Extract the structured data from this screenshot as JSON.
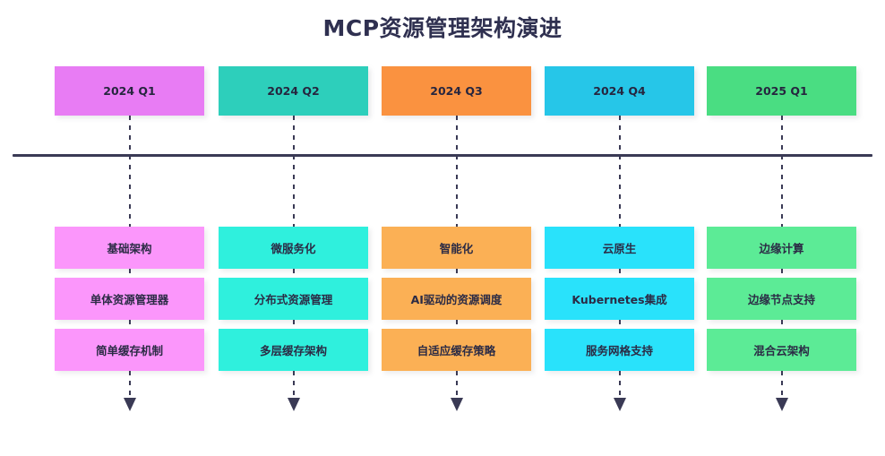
{
  "title": "MCP资源管理架构演进",
  "axis": {
    "label": "timeline-axis"
  },
  "colors": {
    "title_text": "#2f3050",
    "axis": "#3a3a55",
    "background": "#ffffff"
  },
  "columns": [
    {
      "period": "2024 Q1",
      "header_color": "#e87cf4",
      "item_color": "#fb96fb",
      "items": [
        "基础架构",
        "单体资源管理器",
        "简单缓存机制"
      ]
    },
    {
      "period": "2024 Q2",
      "header_color": "#2dcfbb",
      "item_color": "#2ff0dd",
      "items": [
        "微服务化",
        "分布式资源管理",
        "多层缓存架构"
      ]
    },
    {
      "period": "2024 Q3",
      "header_color": "#fa9240",
      "item_color": "#fbb055",
      "items": [
        "智能化",
        "AI驱动的资源调度",
        "自适应缓存策略"
      ]
    },
    {
      "period": "2024 Q4",
      "header_color": "#26c6e8",
      "item_color": "#29e2fb",
      "items": [
        "云原生",
        "Kubernetes集成",
        "服务网格支持"
      ]
    },
    {
      "period": "2025 Q1",
      "header_color": "#4add82",
      "item_color": "#5ceb96",
      "items": [
        "边缘计算",
        "边缘节点支持",
        "混合云架构"
      ]
    }
  ]
}
